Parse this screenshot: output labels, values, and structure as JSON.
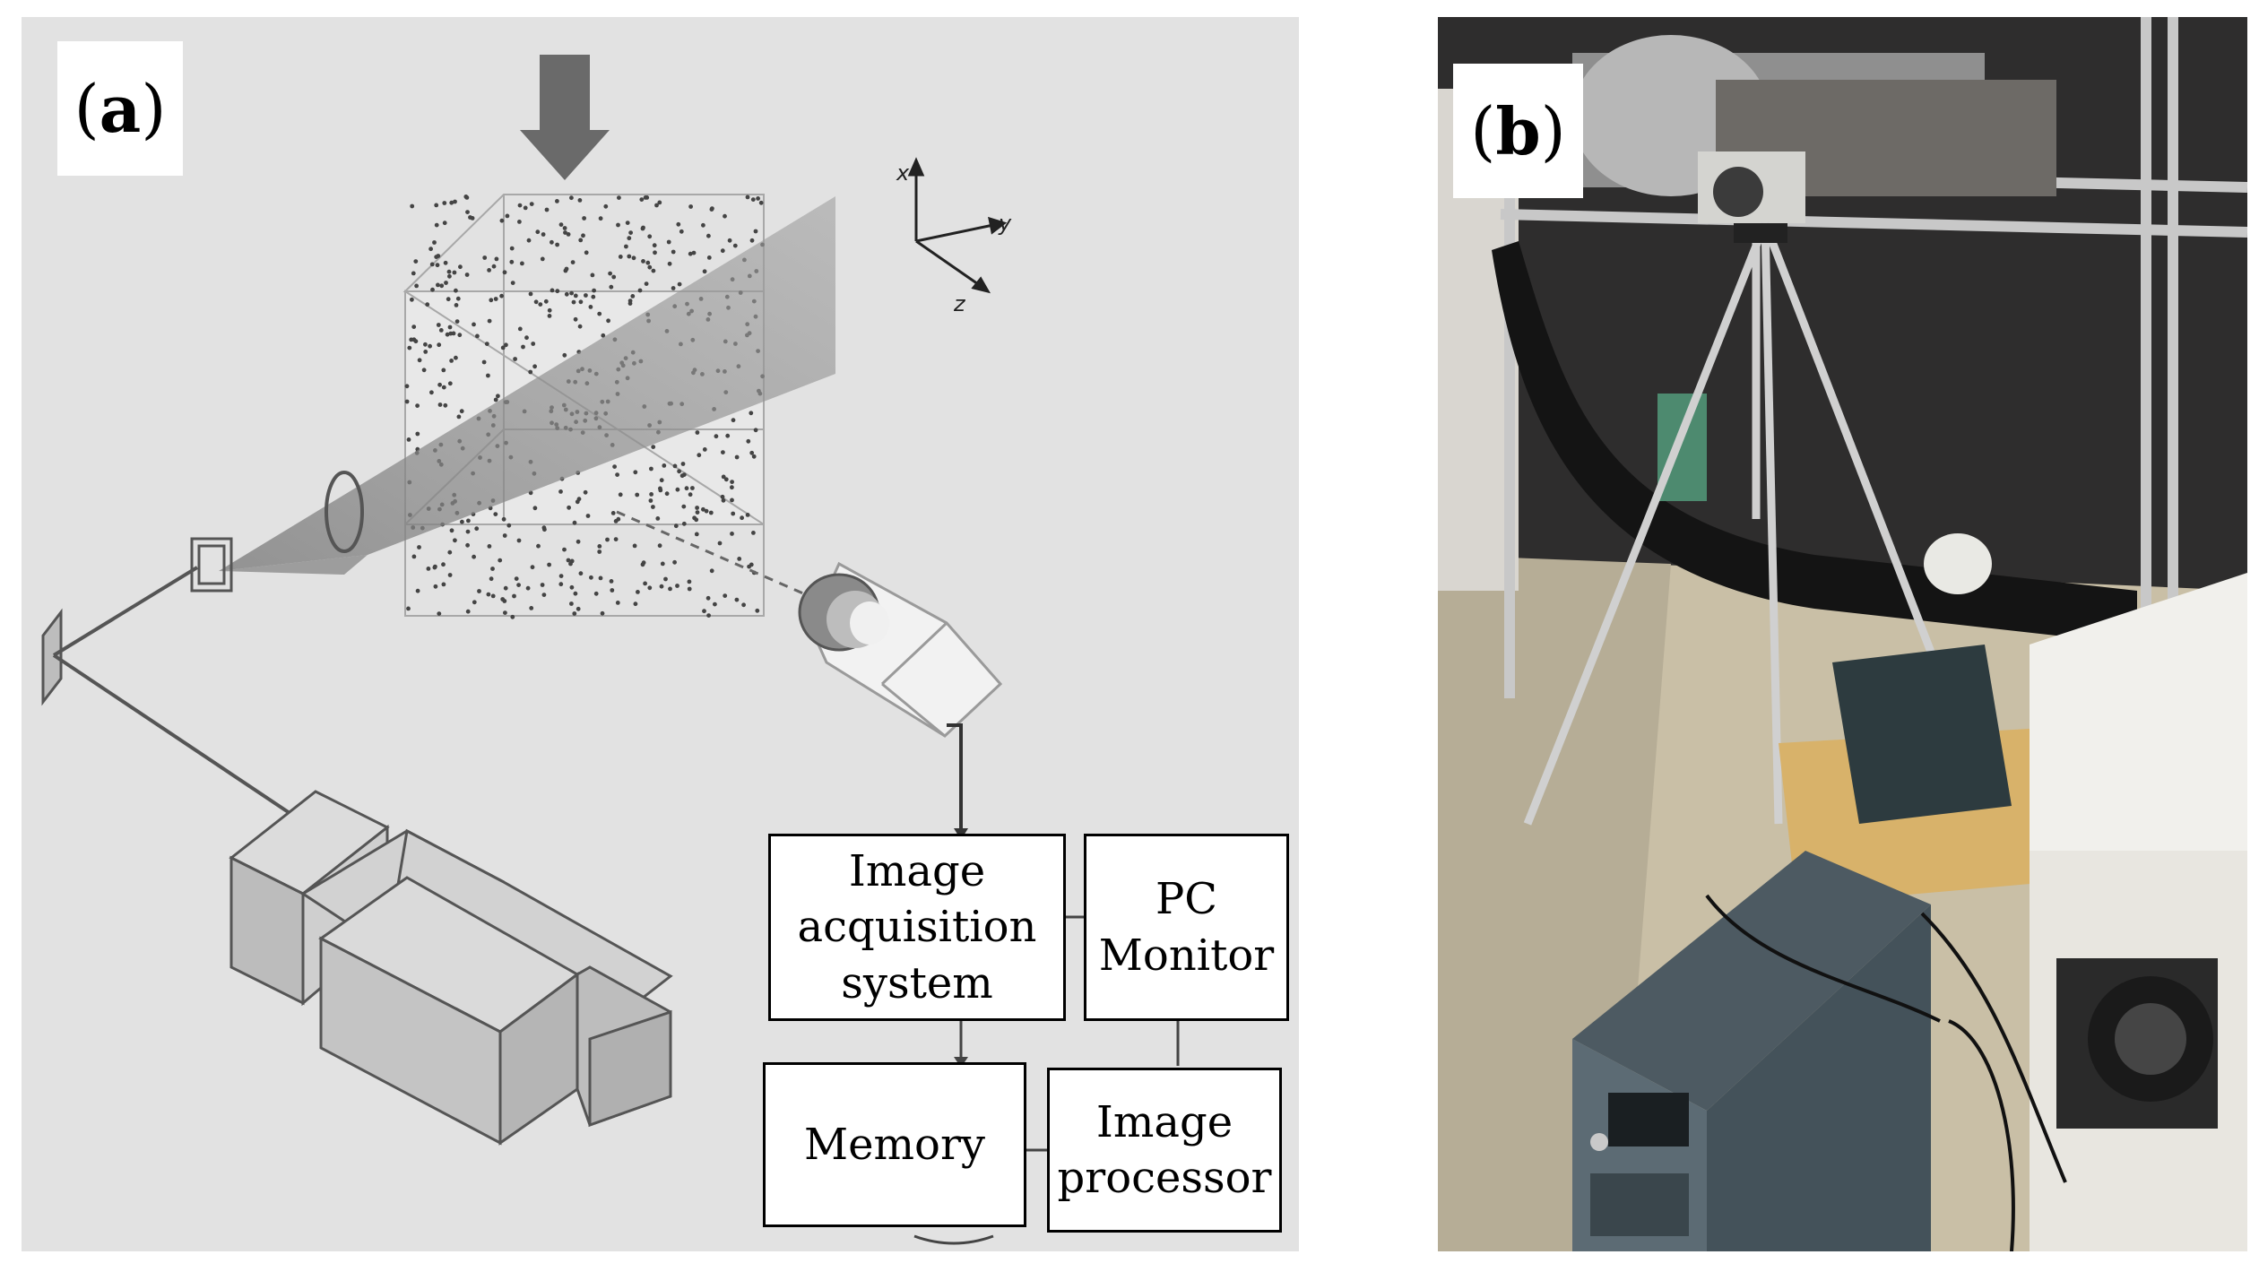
{
  "panel_a": {
    "label_open": "(",
    "label_letter": "a",
    "label_close": ")",
    "axes": {
      "x": "x",
      "y": "y",
      "z": "z"
    },
    "blocks": {
      "image_acquisition": [
        "Image",
        "acquisition",
        "system"
      ],
      "pc_monitor": [
        "PC",
        "Monitor"
      ],
      "memory": "Memory",
      "image_processor": [
        "Image",
        "processor"
      ]
    }
  },
  "panel_b": {
    "label_open": "(",
    "label_letter": "b",
    "label_close": ")"
  },
  "colors": {
    "panel_a_background": "#e2e2e2",
    "laser_head": "#c4c4c4",
    "arrow": "#6a6a6a",
    "laser_sheet": "#8a8a8a"
  }
}
